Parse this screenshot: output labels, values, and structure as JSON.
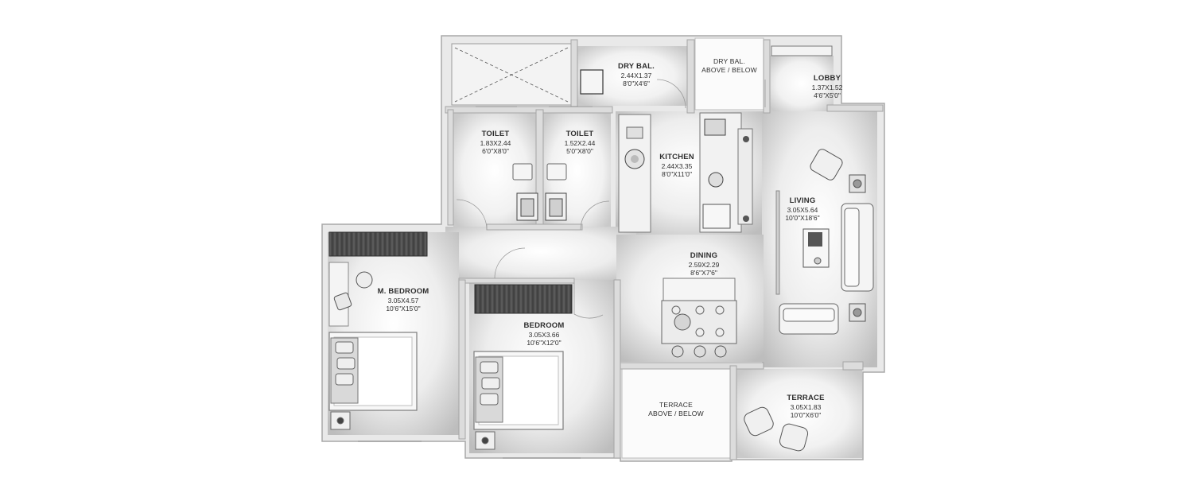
{
  "colors": {
    "wall": "#e6e6e6",
    "wall_edge": "#b9b9b9",
    "floor_light": "#fafafa",
    "floor_dark": "#c4c4c4",
    "furniture": "#f2f2f2",
    "furniture_edge": "#8a8a8a",
    "dark_wood": "#4a4a4a"
  },
  "rooms": {
    "dry_bal": {
      "name": "DRY BAL.",
      "metric": "2.44X1.37",
      "imperial": "8'0\"X4'6\""
    },
    "dry_bal_above": {
      "line1": "DRY BAL.",
      "line2": "ABOVE / BELOW"
    },
    "lobby": {
      "name": "LOBBY",
      "metric": "1.37X1.52",
      "imperial": "4'6\"X5'0\""
    },
    "toilet1": {
      "name": "TOILET",
      "metric": "1.83X2.44",
      "imperial": "6'0\"X8'0\""
    },
    "toilet2": {
      "name": "TOILET",
      "metric": "1.52X2.44",
      "imperial": "5'0\"X8'0\""
    },
    "kitchen": {
      "name": "KITCHEN",
      "metric": "2.44X3.35",
      "imperial": "8'0\"X11'0\""
    },
    "living": {
      "name": "LIVING",
      "metric": "3.05X5.64",
      "imperial": "10'0\"X18'6\""
    },
    "dining": {
      "name": "DINING",
      "metric": "2.59X2.29",
      "imperial": "8'6\"X7'6\""
    },
    "master_bedroom": {
      "name": "M. BEDROOM",
      "metric": "3.05X4.57",
      "imperial": "10'6\"X15'0\""
    },
    "bedroom": {
      "name": "BEDROOM",
      "metric": "3.05X3.66",
      "imperial": "10'6\"X12'0\""
    },
    "terrace_above": {
      "line1": "TERRACE",
      "line2": "ABOVE / BELOW"
    },
    "terrace": {
      "name": "TERRACE",
      "metric": "3.05X1.83",
      "imperial": "10'0\"X6'0\""
    }
  },
  "icons": [
    "bed",
    "sofa",
    "armchair",
    "dining-table",
    "kitchen-counter",
    "wc",
    "washbasin",
    "wardrobe",
    "door-swing",
    "void-cross"
  ]
}
